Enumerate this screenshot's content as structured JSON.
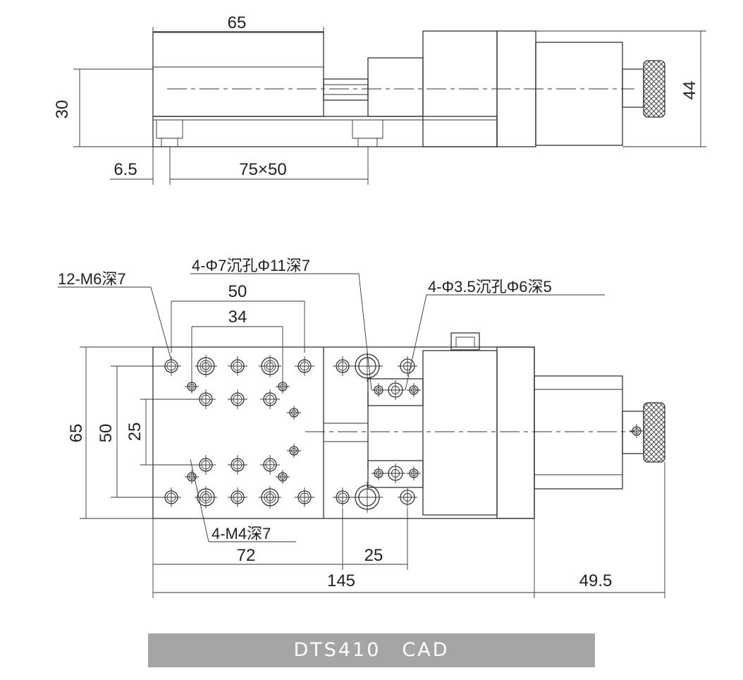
{
  "title": "DTS410　CAD",
  "top_view": {
    "dims": {
      "length_65": "65",
      "height_30": "30",
      "height_44": "44",
      "offset_6_5": "6.5",
      "mount_75x50": "75×50"
    }
  },
  "plan_view": {
    "dims": {
      "w_50": "50",
      "w_34": "34",
      "h_65": "65",
      "h_50": "50",
      "h_25": "25",
      "w_72": "72",
      "w_25": "25",
      "w_145": "145",
      "w_49_5": "49.5"
    },
    "notes": {
      "m6_holes": "12-M6深7",
      "counterbore_7": "4-Φ7沉孔Φ11深7",
      "counterbore_3_5": "4-Φ3.5沉孔Φ6深5",
      "m4_holes": "4-M4深7"
    }
  },
  "colors": {
    "line": "#333333",
    "title_bar": "#a5a5a5",
    "title_text": "#ffffff"
  }
}
